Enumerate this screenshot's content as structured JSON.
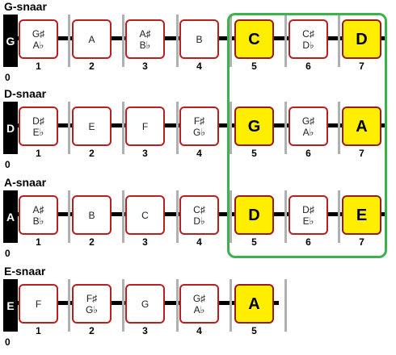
{
  "colors": {
    "note_border": "#b82020",
    "highlight_fill": "#ffee00",
    "box_border": "#3cb34a",
    "nut": "#000000"
  },
  "strings": [
    {
      "title": "G-snaar",
      "label": "G",
      "open_fret": "0",
      "notes": [
        {
          "text": "G♯\nA♭",
          "fret": "1",
          "highlight": false
        },
        {
          "text": "A",
          "fret": "2",
          "highlight": false
        },
        {
          "text": "A♯\nB♭",
          "fret": "3",
          "highlight": false
        },
        {
          "text": "B",
          "fret": "4",
          "highlight": false
        },
        {
          "text": "C",
          "fret": "5",
          "highlight": true
        },
        {
          "text": "C♯\nD♭",
          "fret": "6",
          "highlight": false
        },
        {
          "text": "D",
          "fret": "7",
          "highlight": true
        }
      ]
    },
    {
      "title": "D-snaar",
      "label": "D",
      "open_fret": "0",
      "notes": [
        {
          "text": "D♯\nE♭",
          "fret": "1",
          "highlight": false
        },
        {
          "text": "E",
          "fret": "2",
          "highlight": false
        },
        {
          "text": "F",
          "fret": "3",
          "highlight": false
        },
        {
          "text": "F♯\nG♭",
          "fret": "4",
          "highlight": false
        },
        {
          "text": "G",
          "fret": "5",
          "highlight": true
        },
        {
          "text": "G♯\nA♭",
          "fret": "6",
          "highlight": false
        },
        {
          "text": "A",
          "fret": "7",
          "highlight": true
        }
      ]
    },
    {
      "title": "A-snaar",
      "label": "A",
      "open_fret": "0",
      "notes": [
        {
          "text": "A♯\nB♭",
          "fret": "1",
          "highlight": false
        },
        {
          "text": "B",
          "fret": "2",
          "highlight": false
        },
        {
          "text": "C",
          "fret": "3",
          "highlight": false
        },
        {
          "text": "C♯\nD♭",
          "fret": "4",
          "highlight": false
        },
        {
          "text": "D",
          "fret": "5",
          "highlight": true
        },
        {
          "text": "D♯\nE♭",
          "fret": "6",
          "highlight": false
        },
        {
          "text": "E",
          "fret": "7",
          "highlight": true
        }
      ]
    },
    {
      "title": "E-snaar",
      "label": "E",
      "open_fret": "0",
      "notes": [
        {
          "text": "F",
          "fret": "1",
          "highlight": false
        },
        {
          "text": "F♯\nG♭",
          "fret": "2",
          "highlight": false
        },
        {
          "text": "G",
          "fret": "3",
          "highlight": false
        },
        {
          "text": "G♯\nA♭",
          "fret": "4",
          "highlight": false
        },
        {
          "text": "A",
          "fret": "5",
          "highlight": true
        }
      ]
    }
  ]
}
